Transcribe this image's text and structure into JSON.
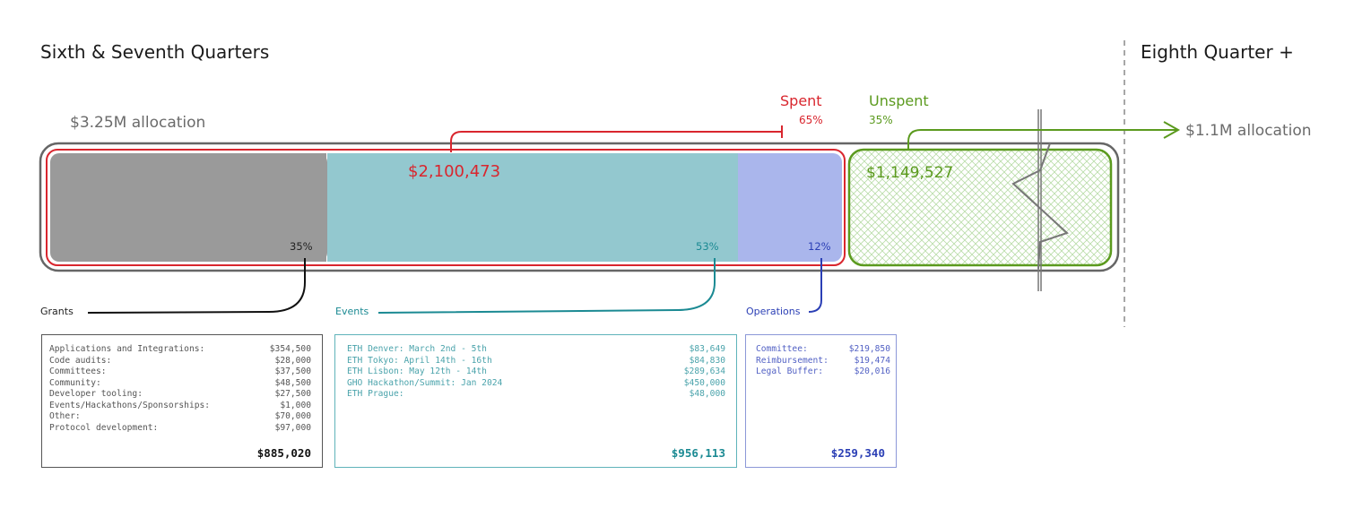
{
  "headers": {
    "left": "Sixth & Seventh Quarters",
    "right": "Eighth Quarter +"
  },
  "allocation": {
    "main": "$3.25M allocation",
    "next": "$1.1M allocation"
  },
  "spent": {
    "label": "Spent",
    "percent": "65%",
    "amount": "$2,100,473"
  },
  "unspent": {
    "label": "Unspent",
    "percent": "35%",
    "amount": "$1,149,527"
  },
  "segments": [
    {
      "name": "Grants",
      "percent_label": "35%",
      "share": 0.35,
      "color": "#9a9a9a"
    },
    {
      "name": "Events",
      "percent_label": "53%",
      "share": 0.53,
      "color": "#93c8cf"
    },
    {
      "name": "Operations",
      "percent_label": "12%",
      "share": 0.12,
      "color": "#aab6ec"
    }
  ],
  "colors": {
    "spent": "#d9262e",
    "unspent": "#5b9a1e",
    "grants_text": "#222222",
    "events_text": "#1b8a93",
    "operations_text": "#2b3fb5",
    "outline": "#555555"
  },
  "grants": {
    "label": "Grants",
    "rows": [
      {
        "item": "Applications and Integrations:",
        "amount": "$354,500"
      },
      {
        "item": "Code audits:",
        "amount": "$28,000"
      },
      {
        "item": "Committees:",
        "amount": "$37,500"
      },
      {
        "item": "Community:",
        "amount": "$48,500"
      },
      {
        "item": "Developer tooling:",
        "amount": "$27,500"
      },
      {
        "item": "Events/Hackathons/Sponsorships:",
        "amount": "$1,000"
      },
      {
        "item": "Other:",
        "amount": "$70,000"
      },
      {
        "item": "Protocol development:",
        "amount": "$97,000"
      }
    ],
    "total": "$885,020"
  },
  "events": {
    "label": "Events",
    "rows": [
      {
        "item": "ETH Denver: March 2nd - 5th",
        "amount": "$83,649"
      },
      {
        "item": "ETH Tokyo: April 14th - 16th",
        "amount": "$84,830"
      },
      {
        "item": "ETH Lisbon: May 12th - 14th",
        "amount": "$289,634"
      },
      {
        "item": "GHO Hackathon/Summit: Jan 2024",
        "amount": "$450,000"
      },
      {
        "item": "ETH Prague:",
        "amount": "$48,000"
      }
    ],
    "total": "$956,113"
  },
  "operations": {
    "label": "Operations",
    "rows": [
      {
        "item": "Committee:",
        "amount": "$219,850"
      },
      {
        "item": "Reimbursement:",
        "amount": "$19,474"
      },
      {
        "item": "Legal Buffer:",
        "amount": "$20,016"
      }
    ],
    "total": "$259,340"
  }
}
